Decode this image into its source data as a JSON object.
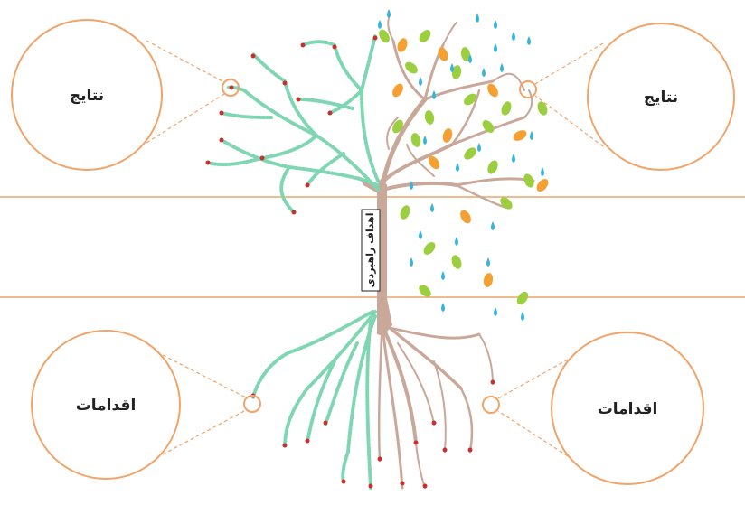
{
  "labels": {
    "top_left": "نتایج",
    "top_right": "نتایج",
    "bottom_left": "اقدامات",
    "bottom_right": "اقدامات",
    "trunk": "اهداف راهبردی"
  },
  "colors": {
    "accent": "#f0a46a",
    "trunk": "#c9a89a",
    "dotted_tree": "#7fd6b3",
    "leaf_green": "#9ccf3f",
    "leaf_orange": "#f4a032",
    "drop_blue": "#3ab3d8",
    "marker_red": "#c8312b"
  }
}
